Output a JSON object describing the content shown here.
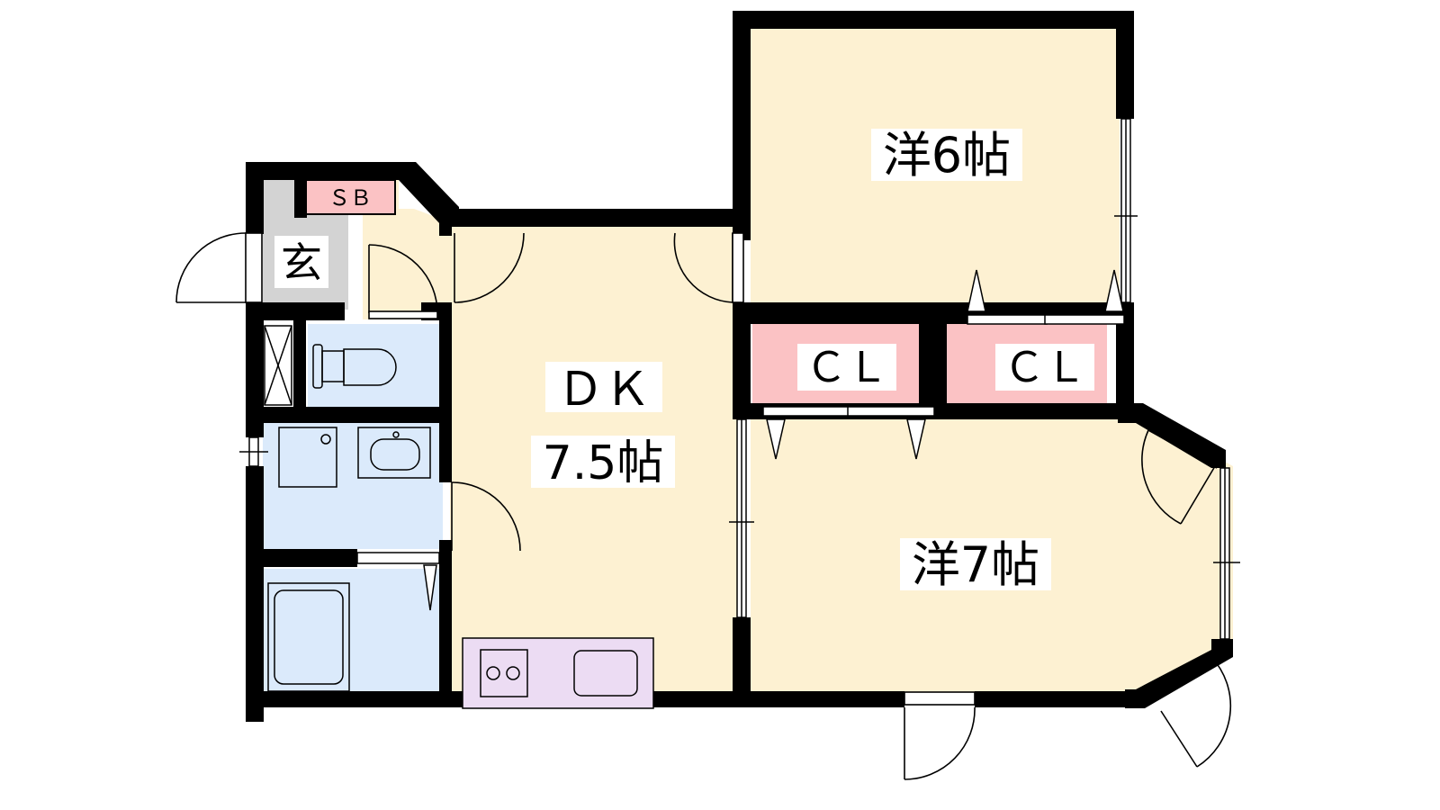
{
  "rooms": {
    "western_6": {
      "label": "洋6帖",
      "color": "#fdf1d2"
    },
    "western_7": {
      "label": "洋7帖",
      "color": "#fdf1d2"
    },
    "dk": {
      "label_1": "ＤＫ",
      "label_2": "7.5帖",
      "color": "#fdf1d2"
    },
    "closet_left": {
      "label": "ＣＬ",
      "color": "#fbc2c4"
    },
    "closet_right": {
      "label": "ＣＬ",
      "color": "#fbc2c4"
    },
    "entrance": {
      "label": "玄",
      "color": "#d3d3d3"
    },
    "shoe_box": {
      "label": "ＳＢ",
      "color": "#fbc2c4"
    },
    "wet_area_color": "#dbeafb",
    "kitchen_color": "#ecdcf3",
    "wall_color": "#000000"
  }
}
